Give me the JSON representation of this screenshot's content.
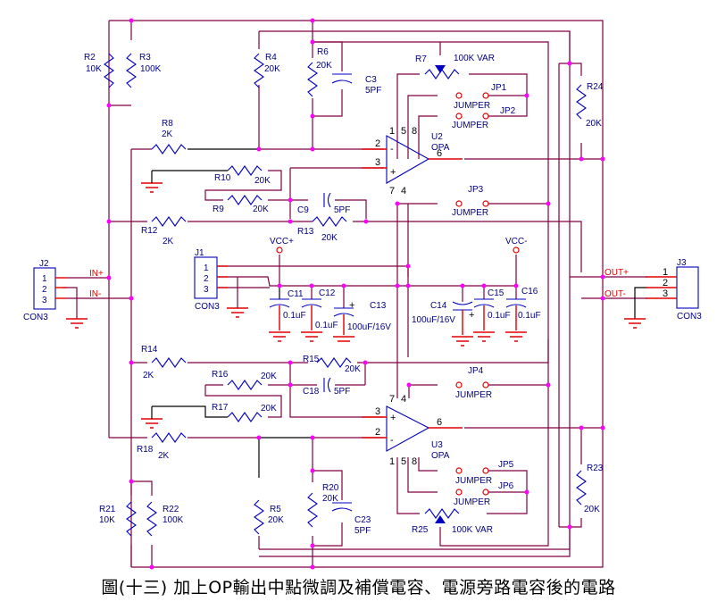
{
  "caption": "圖(十三)  加上OP輸出中點微調及補償電容、電源旁路電容後的電路",
  "colors": {
    "wire": "#800040",
    "component": "#0000c0",
    "lead": "#e00000",
    "label": "#000080",
    "junction": "#ff00ff",
    "net_label": "#e00000"
  },
  "resistors": [
    {
      "ref": "R2",
      "value": "10K"
    },
    {
      "ref": "R3",
      "value": "100K"
    },
    {
      "ref": "R4",
      "value": "20K"
    },
    {
      "ref": "R6",
      "value": "20K"
    },
    {
      "ref": "R7",
      "value": "100K VAR"
    },
    {
      "ref": "R8",
      "value": "2K"
    },
    {
      "ref": "R9",
      "value": "20K"
    },
    {
      "ref": "R10",
      "value": "20K"
    },
    {
      "ref": "R12",
      "value": "2K"
    },
    {
      "ref": "R13",
      "value": "20K"
    },
    {
      "ref": "R14",
      "value": "2K"
    },
    {
      "ref": "R15",
      "value": "20K"
    },
    {
      "ref": "R16",
      "value": "20K"
    },
    {
      "ref": "R17",
      "value": "20K"
    },
    {
      "ref": "R18",
      "value": "2K"
    },
    {
      "ref": "R20",
      "value": "20K"
    },
    {
      "ref": "R5",
      "value": "20K"
    },
    {
      "ref": "R21",
      "value": "10K"
    },
    {
      "ref": "R22",
      "value": "100K"
    },
    {
      "ref": "R23",
      "value": "20K"
    },
    {
      "ref": "R24",
      "value": "20K"
    },
    {
      "ref": "R25",
      "value": "100K VAR"
    }
  ],
  "capacitors": [
    {
      "ref": "C3",
      "value": "5PF"
    },
    {
      "ref": "C9",
      "value": "5PF"
    },
    {
      "ref": "C11",
      "value": "0.1uF"
    },
    {
      "ref": "C12",
      "value": "0.1uF"
    },
    {
      "ref": "C13",
      "value": "100uF/16V"
    },
    {
      "ref": "C14",
      "value": "100uF/16V"
    },
    {
      "ref": "C15",
      "value": "0.1uF"
    },
    {
      "ref": "C16",
      "value": "0.1uF"
    },
    {
      "ref": "C18",
      "value": "5PF"
    },
    {
      "ref": "C23",
      "value": "5PF"
    }
  ],
  "jumpers": [
    {
      "ref": "JP1",
      "label": "JUMPER"
    },
    {
      "ref": "JP2",
      "label": "JUMPER"
    },
    {
      "ref": "JP3",
      "label": "JUMPER"
    },
    {
      "ref": "JP4",
      "label": "JUMPER"
    },
    {
      "ref": "JP5",
      "label": "JUMPER"
    },
    {
      "ref": "JP6",
      "label": "JUMPER"
    }
  ],
  "opamps": [
    {
      "ref": "U2",
      "type": "OPA",
      "pins": {
        "inv": "2",
        "noninv": "3",
        "out": "6",
        "p1": "1",
        "p5": "5",
        "p8": "8",
        "p7": "7",
        "p4": "4"
      },
      "inv_sign": "-",
      "noninv_sign": "+"
    },
    {
      "ref": "U3",
      "type": "OPA",
      "pins": {
        "inv": "2",
        "noninv": "3",
        "out": "6",
        "p1": "1",
        "p5": "5",
        "p8": "8",
        "p7": "7",
        "p4": "4"
      },
      "inv_sign": "-",
      "noninv_sign": "+"
    }
  ],
  "connectors": [
    {
      "ref": "J1",
      "type": "CON3",
      "pins": [
        "1",
        "2",
        "3"
      ]
    },
    {
      "ref": "J2",
      "type": "CON3",
      "pins": [
        "1",
        "2",
        "3"
      ]
    },
    {
      "ref": "J3",
      "type": "CON3",
      "pins": [
        "1",
        "2",
        "3"
      ]
    }
  ],
  "nets": {
    "in_plus": "IN+",
    "in_minus": "IN-",
    "out_plus": "OUT+",
    "out_minus": "OUT-",
    "vcc_plus": "VCC+",
    "vcc_minus": "VCC-"
  },
  "polarity_plus": "+"
}
